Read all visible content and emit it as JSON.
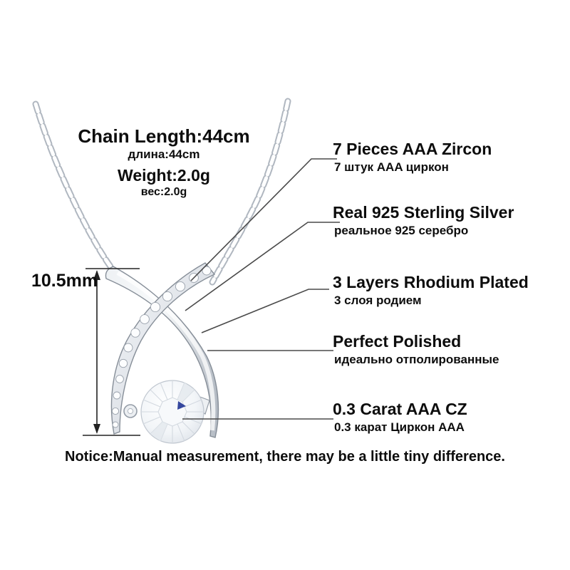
{
  "specs": {
    "chain_length": {
      "en": "Chain Length:44cm",
      "ru": "длина:44cm"
    },
    "weight": {
      "en": "Weight:2.0g",
      "ru": "вес:2.0g"
    }
  },
  "features": [
    {
      "en": "7 Pieces AAA Zircon",
      "ru": "7 штук AAA циркон"
    },
    {
      "en": "Real 925 Sterling Silver",
      "ru": "реальное 925 серебро"
    },
    {
      "en": "3 Layers Rhodium Plated",
      "ru": "3 слоя родием"
    },
    {
      "en": "Perfect Polished",
      "ru": "идеально отполированные"
    },
    {
      "en": "0.3 Carat AAA CZ",
      "ru": "0.3 карат Циркон AAA"
    }
  ],
  "measurement": {
    "pendant_height": "10.5mm"
  },
  "notice": "Notice:Manual measurement, there may be a little tiny difference.",
  "colors": {
    "text": "#0d0d0d",
    "callout_line": "#4a4a4a",
    "measure_line": "#222222",
    "metal_edge": "#8d949e",
    "metal_light": "#f2f4f7",
    "metal_mid": "#c3c9d1",
    "stone_facet": "#d3d9e0",
    "accent_blue": "#35479e"
  }
}
